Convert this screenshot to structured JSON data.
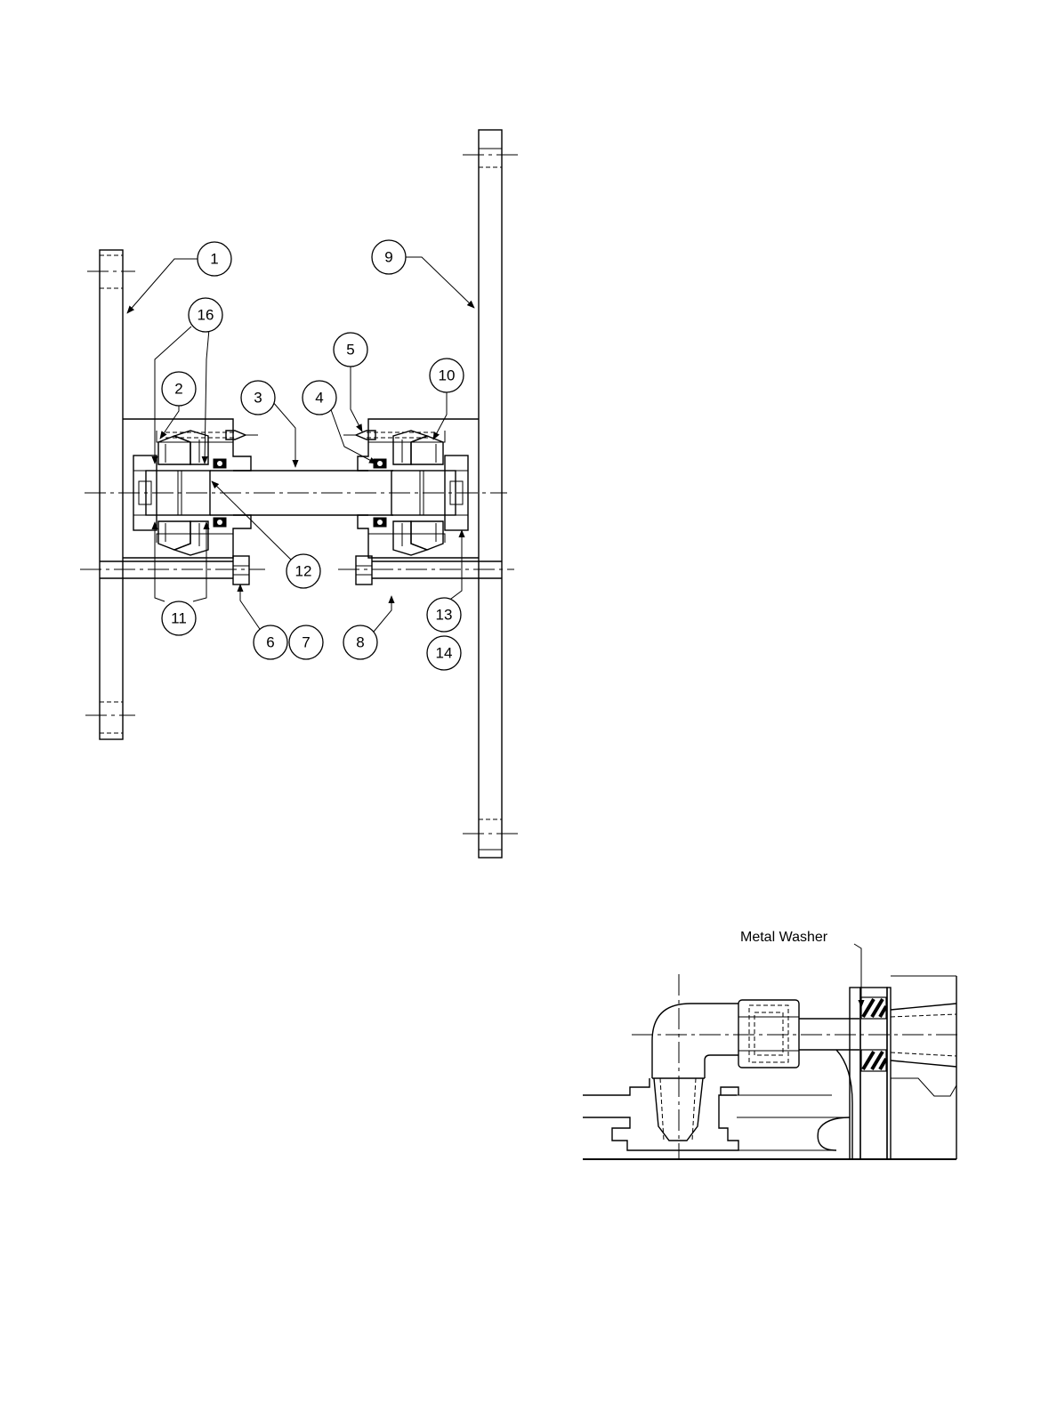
{
  "callouts": [
    {
      "id": "c1",
      "label": "1"
    },
    {
      "id": "c2",
      "label": "2"
    },
    {
      "id": "c3",
      "label": "3"
    },
    {
      "id": "c4",
      "label": "4"
    },
    {
      "id": "c5",
      "label": "5"
    },
    {
      "id": "c6",
      "label": "6"
    },
    {
      "id": "c7",
      "label": "7"
    },
    {
      "id": "c8",
      "label": "8"
    },
    {
      "id": "c9",
      "label": "9"
    },
    {
      "id": "c10",
      "label": "10"
    },
    {
      "id": "c11",
      "label": "11"
    },
    {
      "id": "c12",
      "label": "12"
    },
    {
      "id": "c13",
      "label": "13"
    },
    {
      "id": "c14",
      "label": "14"
    },
    {
      "id": "c16",
      "label": "16"
    }
  ],
  "detail": {
    "washer_label": "Metal Washer"
  }
}
